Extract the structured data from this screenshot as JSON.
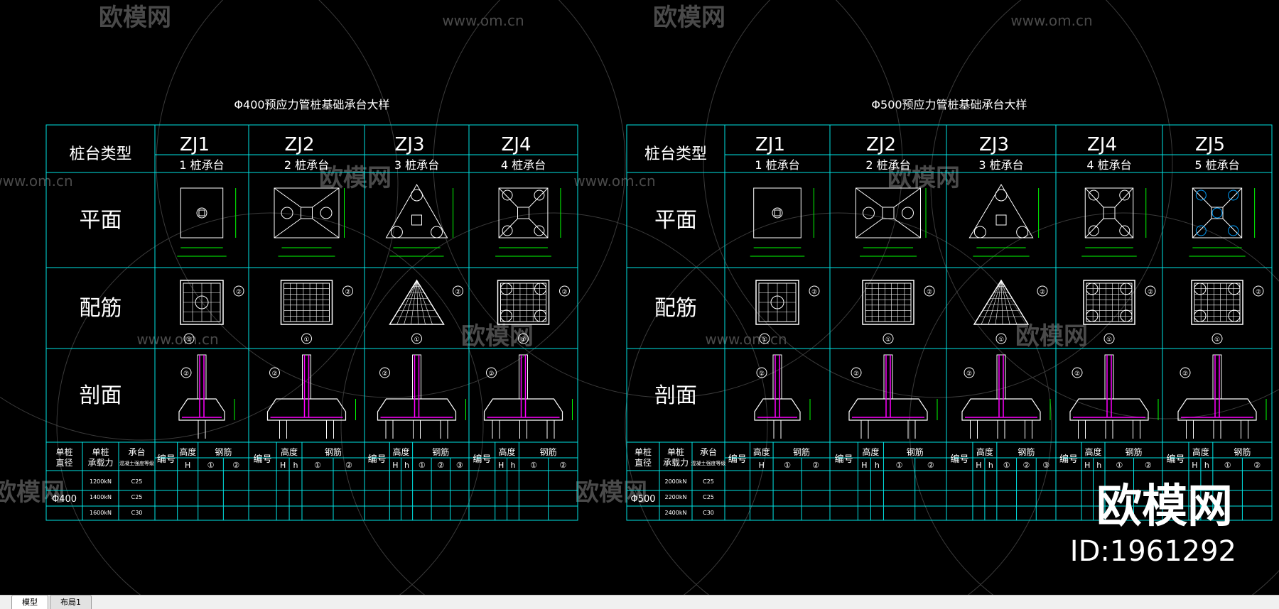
{
  "watermark": {
    "brand": "欧模网",
    "url": "www.om.cn",
    "url_partial": "om.cn",
    "brand_partial": "欧模网",
    "corner_logo": "欧模网",
    "corner_id": "ID:1961292"
  },
  "left_sheet": {
    "title": "Φ400预应力管桩基础承台大样",
    "corner_label": "桩台类型",
    "row_labels": [
      "平面",
      "配筋",
      "剖面"
    ],
    "caps": [
      {
        "code": "ZJ1",
        "desc": "1 桩承台"
      },
      {
        "code": "ZJ2",
        "desc": "2 桩承台"
      },
      {
        "code": "ZJ3",
        "desc": "3 桩承台"
      },
      {
        "code": "ZJ4",
        "desc": "4 桩承台"
      }
    ],
    "left_headers": [
      "单桩直径",
      "单桩承载力",
      "承台"
    ],
    "concrete_note": "混凝土强度等级",
    "diameter": "Φ400",
    "capacities": [
      "1200kN",
      "1400kN",
      "1600kN"
    ],
    "concrete": [
      "C25",
      "C25",
      "C30"
    ]
  },
  "right_sheet": {
    "title": "Φ500预应力管桩基础承台大样",
    "corner_label": "桩台类型",
    "row_labels": [
      "平面",
      "配筋",
      "剖面"
    ],
    "caps": [
      {
        "code": "ZJ1",
        "desc": "1 桩承台"
      },
      {
        "code": "ZJ2",
        "desc": "2 桩承台"
      },
      {
        "code": "ZJ3",
        "desc": "3 桩承台"
      },
      {
        "code": "ZJ4",
        "desc": "4 桩承台"
      },
      {
        "code": "ZJ5",
        "desc": "5 桩承台"
      }
    ],
    "left_headers": [
      "单桩直径",
      "单桩承载力",
      "承台"
    ],
    "concrete_note": "混凝土强度等级",
    "diameter": "Φ500",
    "capacities": [
      "2000kN",
      "2200kN",
      "2400kN"
    ],
    "concrete": [
      "C25",
      "C25",
      "C30"
    ]
  },
  "table_headers": {
    "code": "编号",
    "height": "高度",
    "rebar": "钢筋",
    "H": "H",
    "h": "h",
    "r1": "①",
    "r2": "②",
    "r3": "③"
  },
  "layout_tabs": [
    {
      "label": "模型",
      "active": true
    },
    {
      "label": "布局1",
      "active": false
    }
  ],
  "colors": {
    "background": "#000000",
    "grid": "#00e5e5",
    "line": "#ffffff",
    "title": "#ffffff",
    "dimension": "#00ff00",
    "rebar": "#ff00ff",
    "watermark": "#3a3a3a"
  }
}
